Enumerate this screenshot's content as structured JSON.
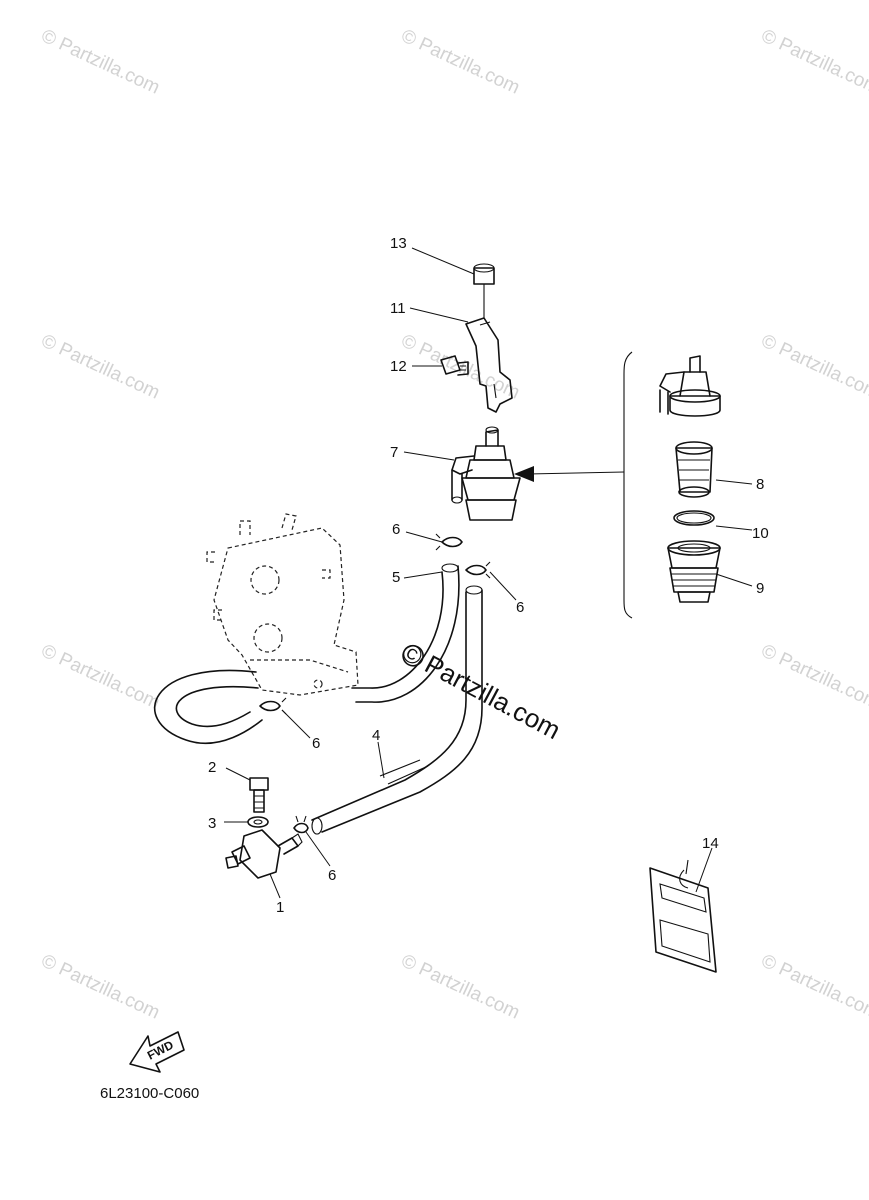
{
  "watermark": {
    "text": "© Partzilla.com",
    "center_text": "© Partzilla.com"
  },
  "callouts": [
    "1",
    "2",
    "3",
    "4",
    "5",
    "6",
    "6",
    "6",
    "6",
    "7",
    "8",
    "9",
    "10",
    "11",
    "12",
    "13",
    "14"
  ],
  "fwd_label": "FWD",
  "diagram_code": "6L23100-C060"
}
